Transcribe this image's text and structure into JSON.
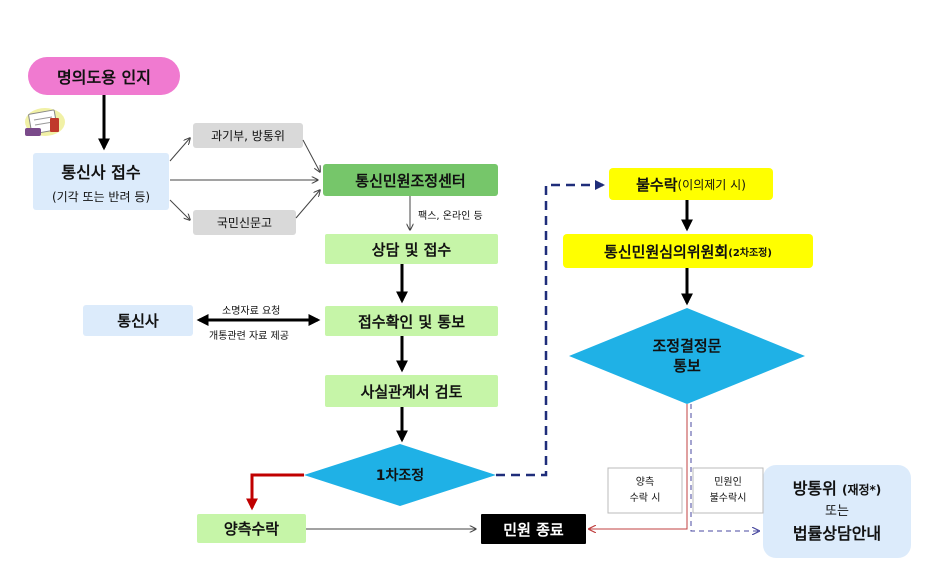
{
  "nodes": {
    "n1": "명의도용 인지",
    "n2_line1": "통신사 접수",
    "n2_line2": "(기각 또는 반려 등)",
    "n3": "과기부, 방통위",
    "n4": "국민신문고",
    "n5": "통신민원조정센터",
    "n6": "상담 및 접수",
    "n7": "접수확인 및 통보",
    "n8": "통신사",
    "n9": "사실관계서 검토",
    "n10": "1차조정",
    "n11": "양측수락",
    "n12": "민원 종료",
    "n13_main": "불수락",
    "n13_sub": "(이의제기 시)",
    "n14_main": "통신민원심의위원회",
    "n14_sub": "(2차조정)",
    "n15_line1": "조정결정문",
    "n15_line2": "통보",
    "n16_line1_main": "방통위",
    "n16_line1_sub": "(재정*)",
    "n16_line2": "또는",
    "n16_line3": "법률상담안내"
  },
  "edge_labels": {
    "fax": "팩스, 온라인 등",
    "req": "소명자료 요청",
    "provide": "개통관련 자료 제공",
    "accept_line1": "양측",
    "accept_line2": "수락 시",
    "reject_line1": "민원인",
    "reject_line2": "불수락시"
  },
  "icons": [
    "document-stamp-icon"
  ],
  "colors": {
    "pink": "#f07ad0",
    "light_blue": "#dcebfb",
    "gray": "#d9d9d9",
    "green": "#76c66a",
    "light_green": "#c6f5a8",
    "cyan": "#1fb1e6",
    "yellow": "#ffff00",
    "black": "#000000",
    "red_arrow": "#c00000",
    "navy_dash": "#1f2d7a"
  }
}
